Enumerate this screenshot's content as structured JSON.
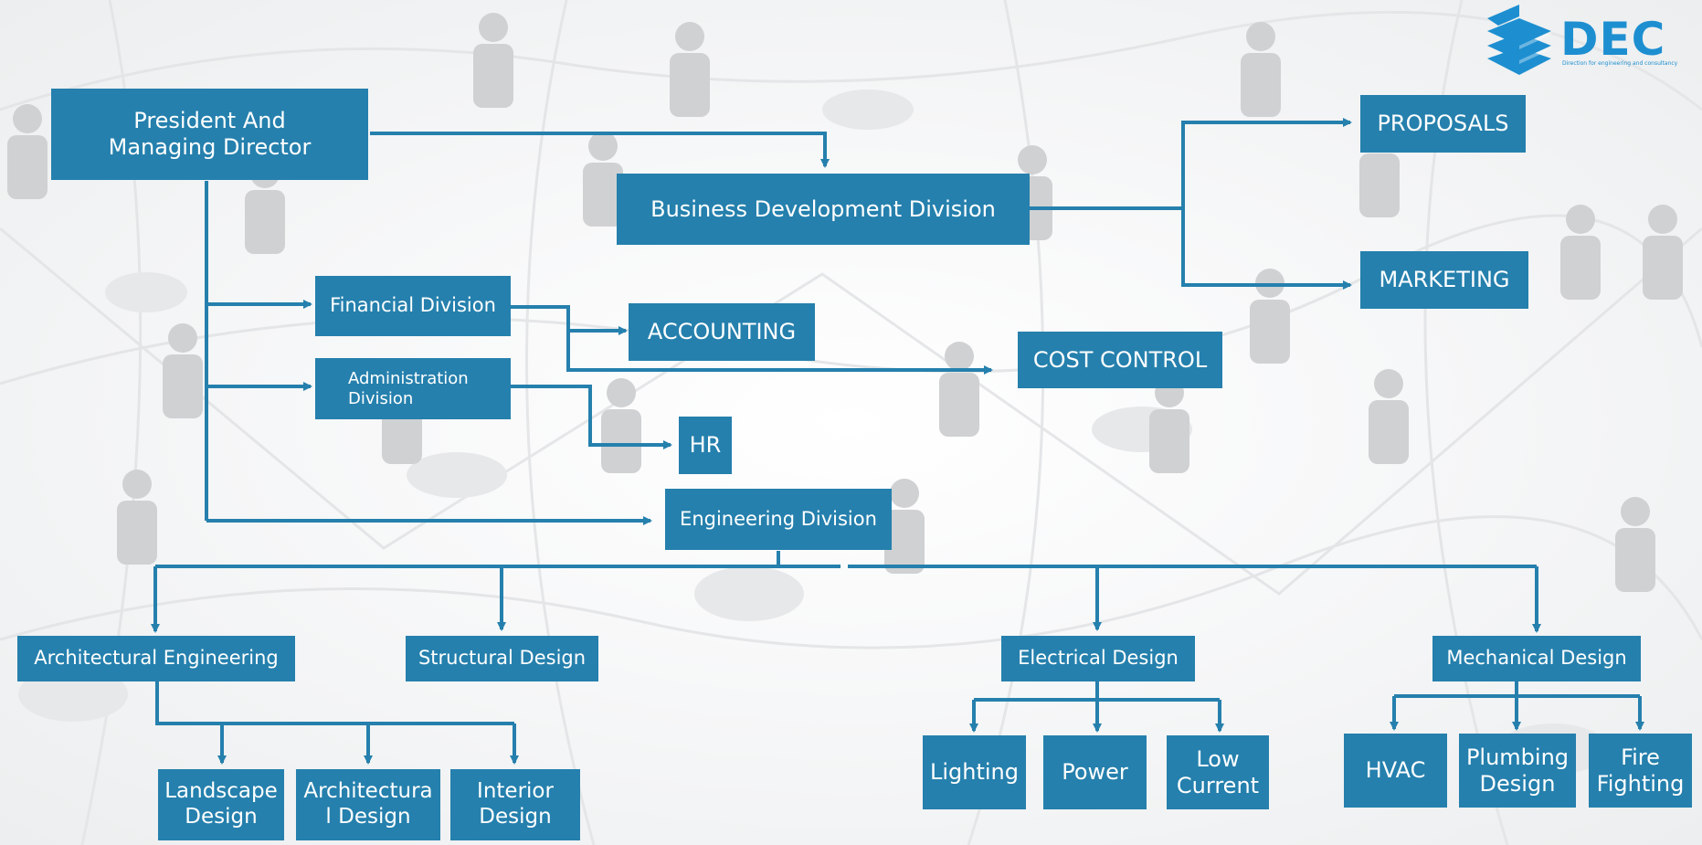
{
  "logo": {
    "name": "DEC",
    "tagline": "Direction for engineering and consultancy"
  },
  "nodes": {
    "president": "President And\nManaging Director",
    "business_dev": "Business Development Division",
    "proposals": "PROPOSALS",
    "marketing": "MARKETING",
    "financial": "Financial Division",
    "accounting": "ACCOUNTING",
    "cost_control": "COST CONTROL",
    "administration": "Administration\nDivision",
    "hr": "HR",
    "engineering": "Engineering Division",
    "architectural_eng": "Architectural Engineering",
    "structural": "Structural Design",
    "electrical": "Electrical Design",
    "mechanical": "Mechanical Design",
    "landscape": "Landscape\nDesign",
    "architectural_design": "Architectura\nl Design",
    "interior": "Interior\nDesign",
    "lighting": "Lighting",
    "power": "Power",
    "low_current": "Low\nCurrent",
    "hvac": "HVAC",
    "plumbing": "Plumbing\nDesign",
    "fire_fighting": "Fire\nFighting"
  },
  "colors": {
    "box": "#2580ad",
    "connector": "#2580ad",
    "text": "#ffffff"
  }
}
